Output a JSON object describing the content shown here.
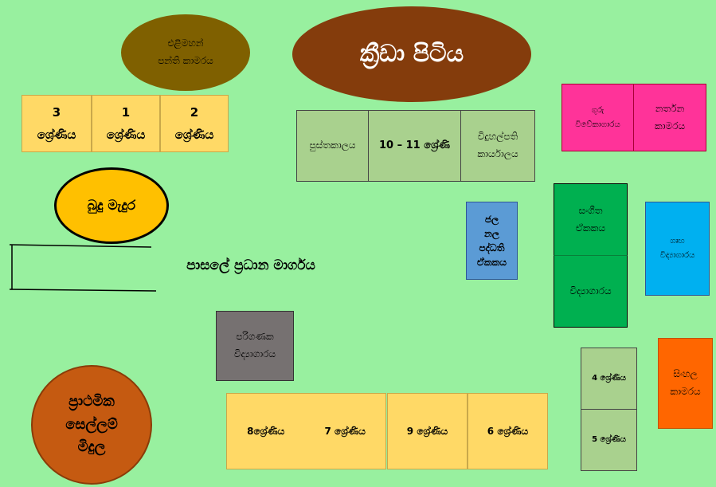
{
  "map": {
    "open_classroom": "එළිමහන්\nපන්ති කාමරය",
    "playground": "ක්‍රීඩා පිටිය",
    "grades_top": [
      {
        "num": "3",
        "label": "ශ්‍රේණිය"
      },
      {
        "num": "1",
        "label": "ශ්‍රේණිය"
      },
      {
        "num": "2",
        "label": "ශ්‍රේණිය"
      }
    ],
    "library": "පුස්තකාලය",
    "grade_10_11": "10 – 11 ශ්‍රේණි",
    "principal_office": "විදුහල්පති\nකාර්යාලය",
    "teachers_room": "ගුරු\nවිවේකාගාරය",
    "dance_room": "නර්තන\nකාමරය",
    "shrine": "බුදු මැදුර",
    "water_unit": "ජල\nනල\nපද්ධති\nඒකකය",
    "music_unit": "සංගීත\nඒකකය",
    "science_lab": "විද්‍යාගාරය",
    "home_science_lab": "ගෘහ\nවිද්‍යාගාරය",
    "main_road": "පාසලේ ප්‍රධාන මාර්ගය",
    "computer_lab": "පරිගණක\nවිද්‍යාගාරය",
    "sinhala_room": "සිංහල\nකාමරය",
    "grade_4": "4 ශ්‍රේණිය",
    "grade_5": "5 ශ්‍රේණිය",
    "primary_playground": "ප්‍රාථමික\nසෙල්ලම්\nමිදුල",
    "grade_8": "8ශ්‍රේණිය",
    "grade_7": "7 ශ්‍රේණිය",
    "grade_9": "9 ශ්‍රේණිය",
    "grade_6": "6 ශ්‍රේණිය"
  }
}
